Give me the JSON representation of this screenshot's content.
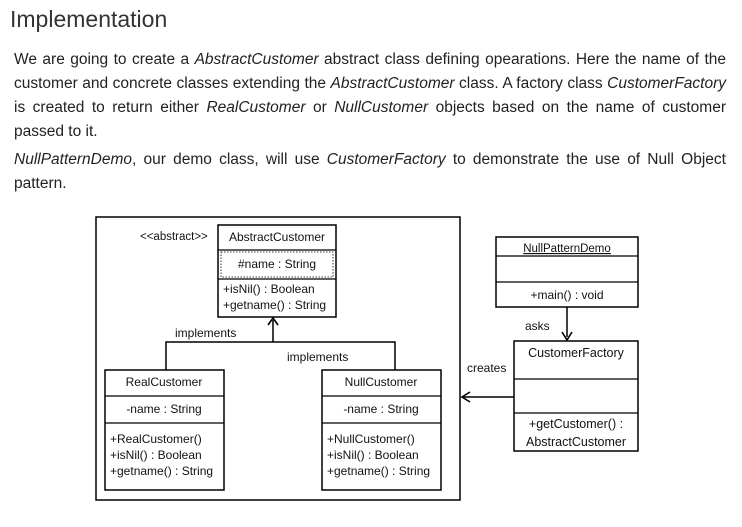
{
  "heading": "Implementation",
  "paragraph1": [
    {
      "text": "We are going to create a ",
      "italic": false
    },
    {
      "text": "AbstractCustomer",
      "italic": true
    },
    {
      "text": " abstract class defining opearations. Here the name of the customer and concrete classes extending the ",
      "italic": false
    },
    {
      "text": "AbstractCustomer",
      "italic": true
    },
    {
      "text": " class. A factory class ",
      "italic": false
    },
    {
      "text": "CustomerFactory",
      "italic": true
    },
    {
      "text": " is created to return either ",
      "italic": false
    },
    {
      "text": "RealCustomer",
      "italic": true
    },
    {
      "text": " or ",
      "italic": false
    },
    {
      "text": "NullCustomer",
      "italic": true
    },
    {
      "text": " objects based on the name of customer passed to it.",
      "italic": false
    }
  ],
  "paragraph2": [
    {
      "text": "NullPatternDemo",
      "italic": true
    },
    {
      "text": ", our demo class, will use ",
      "italic": false
    },
    {
      "text": "CustomerFactory",
      "italic": true
    },
    {
      "text": " to demonstrate the use of Null Object pattern.",
      "italic": false
    }
  ],
  "diagram": {
    "stereotype": "<<abstract>>",
    "abstract_customer": {
      "name": "AbstractCustomer",
      "attributes": [
        "#name : String"
      ],
      "methods": [
        "+isNil() : Boolean",
        "+getname() : String"
      ]
    },
    "real_customer": {
      "name": "RealCustomer",
      "attributes": [
        "-name : String"
      ],
      "methods": [
        "+RealCustomer()",
        "+isNil() : Boolean",
        "+getname() : String"
      ]
    },
    "null_customer": {
      "name": "NullCustomer",
      "attributes": [
        "-name : String"
      ],
      "methods": [
        "+NullCustomer()",
        "+isNil() : Boolean",
        "+getname() : String"
      ]
    },
    "null_pattern_demo": {
      "name": "NullPatternDemo",
      "attributes": [],
      "methods": [
        "+main() : void"
      ]
    },
    "customer_factory": {
      "name": "CustomerFactory",
      "attributes": [],
      "methods": [
        "+getCustomer() :",
        "AbstractCustomer"
      ]
    },
    "labels": {
      "implements_left": "implements",
      "implements_right": "implements",
      "asks": "asks",
      "creates": "creates"
    }
  }
}
